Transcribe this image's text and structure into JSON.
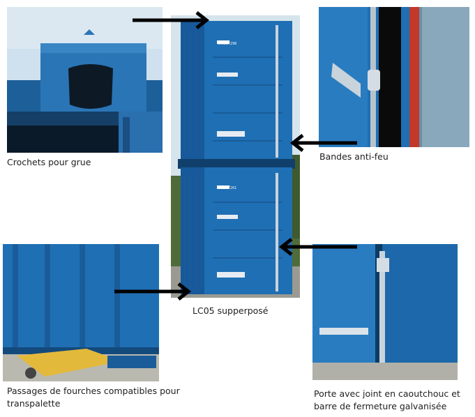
{
  "captions": {
    "crane_hooks": "Crochets pour grue",
    "fire_strips": "Bandes anti-feu",
    "forklift_pockets": "Passages de fourches compatibles pour transpalette",
    "stacked": "LC05 supperposé",
    "door": "Porte avec joint en caoutchouc et barre de fermeture galvanisée"
  },
  "container_ids": {
    "top": "65028T298",
    "bottom": "65028T261"
  },
  "colors": {
    "container_blue": "#1f6fb4",
    "arrow": "#000000",
    "fire_strip_red": "#c0392b"
  }
}
